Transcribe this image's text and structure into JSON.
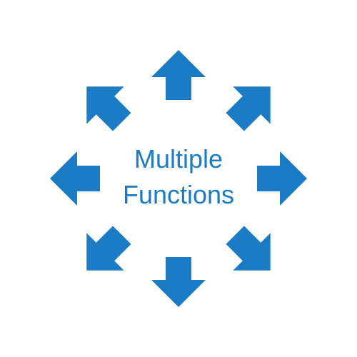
{
  "colors": {
    "arrow": "#1b7bc4",
    "text": "#1b7bc4",
    "background": "#ffffff"
  },
  "center_text": {
    "line1": "Multiple",
    "line2": "Functions"
  },
  "arrows": [
    {
      "name": "arrow-up-icon",
      "direction": "up"
    },
    {
      "name": "arrow-up-right-icon",
      "direction": "up-right"
    },
    {
      "name": "arrow-right-icon",
      "direction": "right"
    },
    {
      "name": "arrow-down-right-icon",
      "direction": "down-right"
    },
    {
      "name": "arrow-down-icon",
      "direction": "down"
    },
    {
      "name": "arrow-down-left-icon",
      "direction": "down-left"
    },
    {
      "name": "arrow-left-icon",
      "direction": "left"
    },
    {
      "name": "arrow-up-left-icon",
      "direction": "up-left"
    }
  ]
}
